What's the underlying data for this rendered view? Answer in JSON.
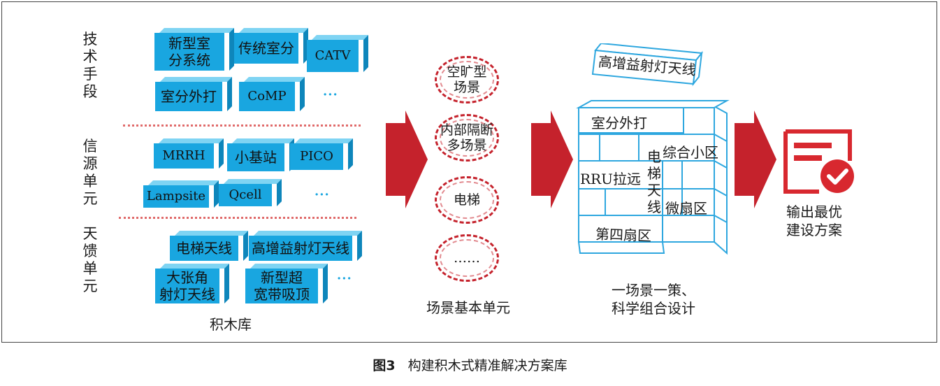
{
  "left": {
    "groups": [
      {
        "label": "技术手段",
        "blocks": [
          "新型室分系统",
          "传统室分",
          "CATV",
          "室分外打",
          "CoMP"
        ]
      },
      {
        "label": "信源单元",
        "blocks": [
          "MRRH",
          "小基站",
          "PICO",
          "Lampsite",
          "Qcell"
        ]
      },
      {
        "label": "天馈单元",
        "blocks": [
          "电梯天线",
          "高增益射灯天线",
          "大张角射灯天线",
          "新型超宽带吸顶"
        ]
      }
    ],
    "block_lines": {
      "b1": [
        "新型室",
        "分系统"
      ],
      "b4": [
        "大张角",
        "射灯天线"
      ],
      "b5": [
        "新型超",
        "宽带吸顶"
      ]
    },
    "more": "···",
    "caption": "积木库"
  },
  "scenes": {
    "items": [
      "空旷型场景",
      "内部隔断多场景",
      "电梯",
      "……"
    ],
    "lines": {
      "s1": [
        "空旷型",
        "场景"
      ],
      "s2": [
        "内部隔断",
        "多场景"
      ]
    },
    "caption": "场景基本单元"
  },
  "combo": {
    "top": "高增益射灯天线",
    "labels": [
      "室分外打",
      "综合小区",
      "RRU拉远",
      "电梯天线",
      "微扇区",
      "第四扇区"
    ],
    "elevator_chars": [
      "电",
      "梯",
      "天",
      "线"
    ],
    "caption_lines": [
      "一场景一策、",
      "科学组合设计"
    ]
  },
  "output": {
    "lines": [
      "输出最优",
      "建设方案"
    ]
  },
  "figure": {
    "num": "图3",
    "title": "构建积木式精准解决方案库"
  },
  "colors": {
    "block": "#19a6e0",
    "arrow": "#c5222c",
    "outline": "#2ea7df"
  }
}
